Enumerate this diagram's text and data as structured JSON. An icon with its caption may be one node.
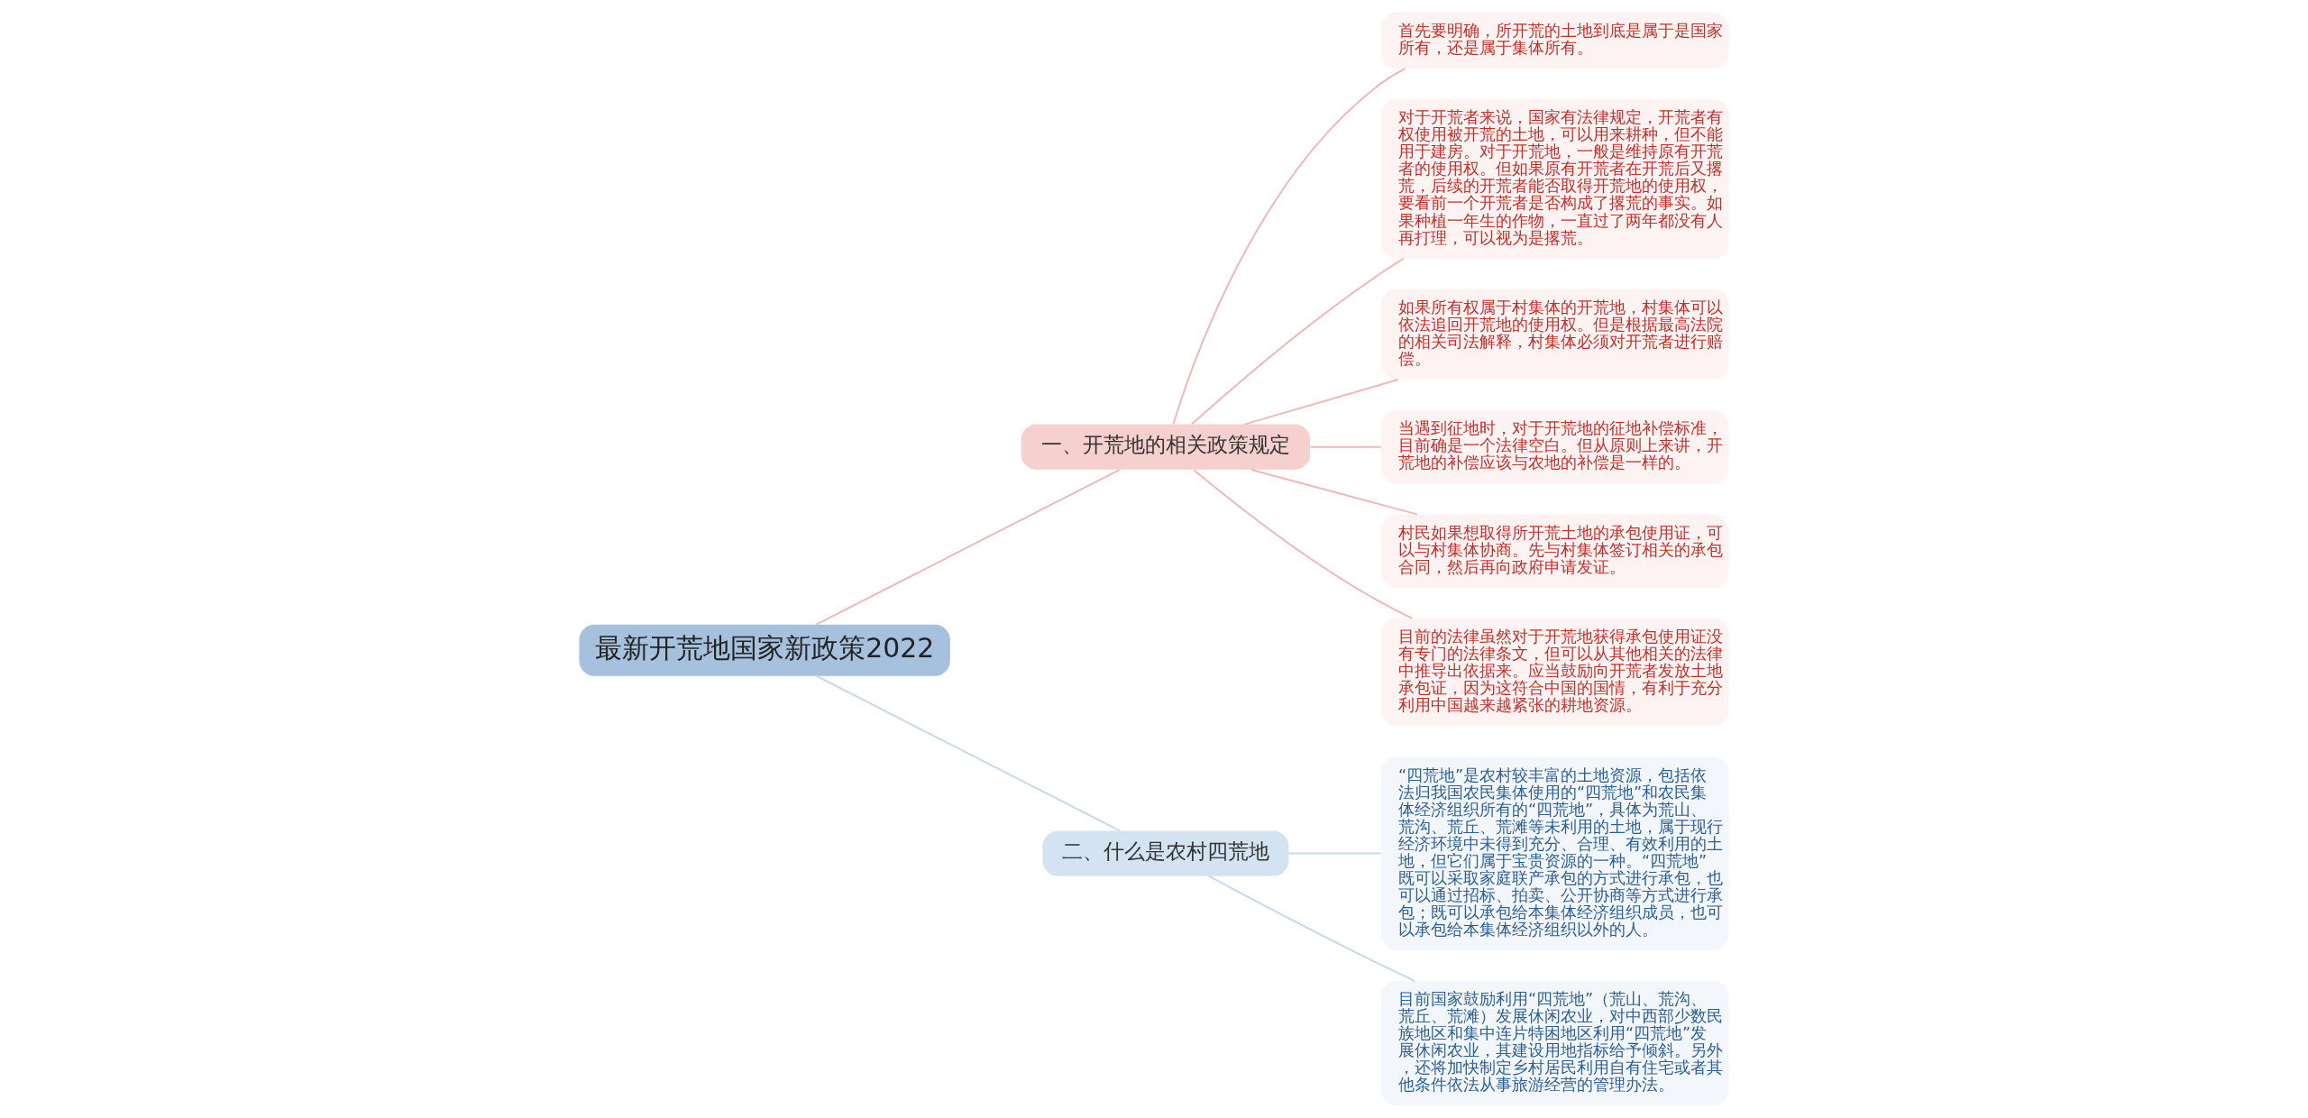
{
  "diagram": {
    "nodes": [
      {
        "text": [
          "最新开荒地国家新政策2022"
        ]
      },
      {
        "text": [
          "一、开荒地的相关政策规定"
        ]
      },
      {
        "text": [
          "首先要明确，所开荒的土地到底是属于是国家所有，还是属于集体所有。"
        ]
      },
      {
        "text": [
          "对于开荒者来说，国家有法律规定，开荒者有权使用被开荒的土地，可以用来耕种，但不能用于建房。对于开荒地，一般是维持原有开荒者的使用权。但如果原有开荒者在开荒后又撂荒，后续的开荒者能否取得开荒地的使用权，要看前一个开荒者是否构成了撂荒的事实。如果种植一年生的作物，一直过了两年都没有人再打理，可以视为是撂荒。"
        ]
      },
      {
        "text": [
          "如果所有权属于村集体的开荒地，村集体可以依法追回开荒地的使用权。但是根据最高法院的相关司法解释，村集体必须对开荒者进行赔偿。"
        ]
      },
      {
        "text": [
          "当遇到征地时，对于开荒地的征地补偿标准，目前确是一个法律空白。但从原则上来讲，开荒地的补偿应该与农地的补偿是一样的。"
        ]
      },
      {
        "text": [
          "村民如果想取得所开荒土地的承包使用证，可以与村集体协商。先与村集体签订相关的承包合同，然后再向政府申请发证。"
        ]
      },
      {
        "text": [
          "目前的法律虽然对于开荒地获得承包使用证没有专门的法律条文，但可以从其他相关的法律中推导出依据来。应当鼓励向开荒者发放土地承包证，因为这符合中国的国情，有利于充分利用中国越来越紧张的耕地资源。"
        ]
      },
      {
        "text": [
          "二、什么是农村四荒地"
        ]
      },
      {
        "text": [
          "“四荒地”是农村较丰富的土地资源，包括依法归我国农民集体使用的“四荒地”和农民集体经济组织所有的“四荒地”，具体为荒山、荒沟、荒丘、荒滩等未利用的土地，属于现行经济环境中未得到充分、合理、有效利用的土地，但它们属于宝贵资源的一种。“四荒地”既可以采取家庭联产承包的方式进行承包，也可以通过招标、拍卖、公开协商等方式进行承包；既可以承包给本集体经济组织成员，也可以承包给本集体经济组织以外的人。"
        ]
      },
      {
        "text": [
          "目前国家鼓励利用“四荒地”（荒山、荒沟、荒丘、荒滩）发展休闲农业，对中西部少数民族地区和集中连片特困地区利用“四荒地”发展休闲农业，其建设用地指标给予倾斜。另外，还将加快制定乡村居民利用自有住宅或者其他条件依法从事旅游经营的管理办法。"
        ]
      }
    ],
    "edges": [
      {
        "from": 0,
        "to": 1,
        "arrow": "none"
      },
      {
        "from": 1,
        "to": 2,
        "arrow": "none"
      },
      {
        "from": 1,
        "to": 3,
        "arrow": "none"
      },
      {
        "from": 1,
        "to": 4,
        "arrow": "none"
      },
      {
        "from": 1,
        "to": 5,
        "arrow": "none"
      },
      {
        "from": 1,
        "to": 6,
        "arrow": "none"
      },
      {
        "from": 1,
        "to": 7,
        "arrow": "none"
      },
      {
        "from": 0,
        "to": 8,
        "arrow": "none",
        "color": "#c6d9ec"
      },
      {
        "from": 8,
        "to": 9,
        "arrow": "none",
        "color": "#c6d9ec"
      },
      {
        "from": 8,
        "to": 10,
        "arrow": "none",
        "color": "#c6d9ec"
      }
    ]
  }
}
